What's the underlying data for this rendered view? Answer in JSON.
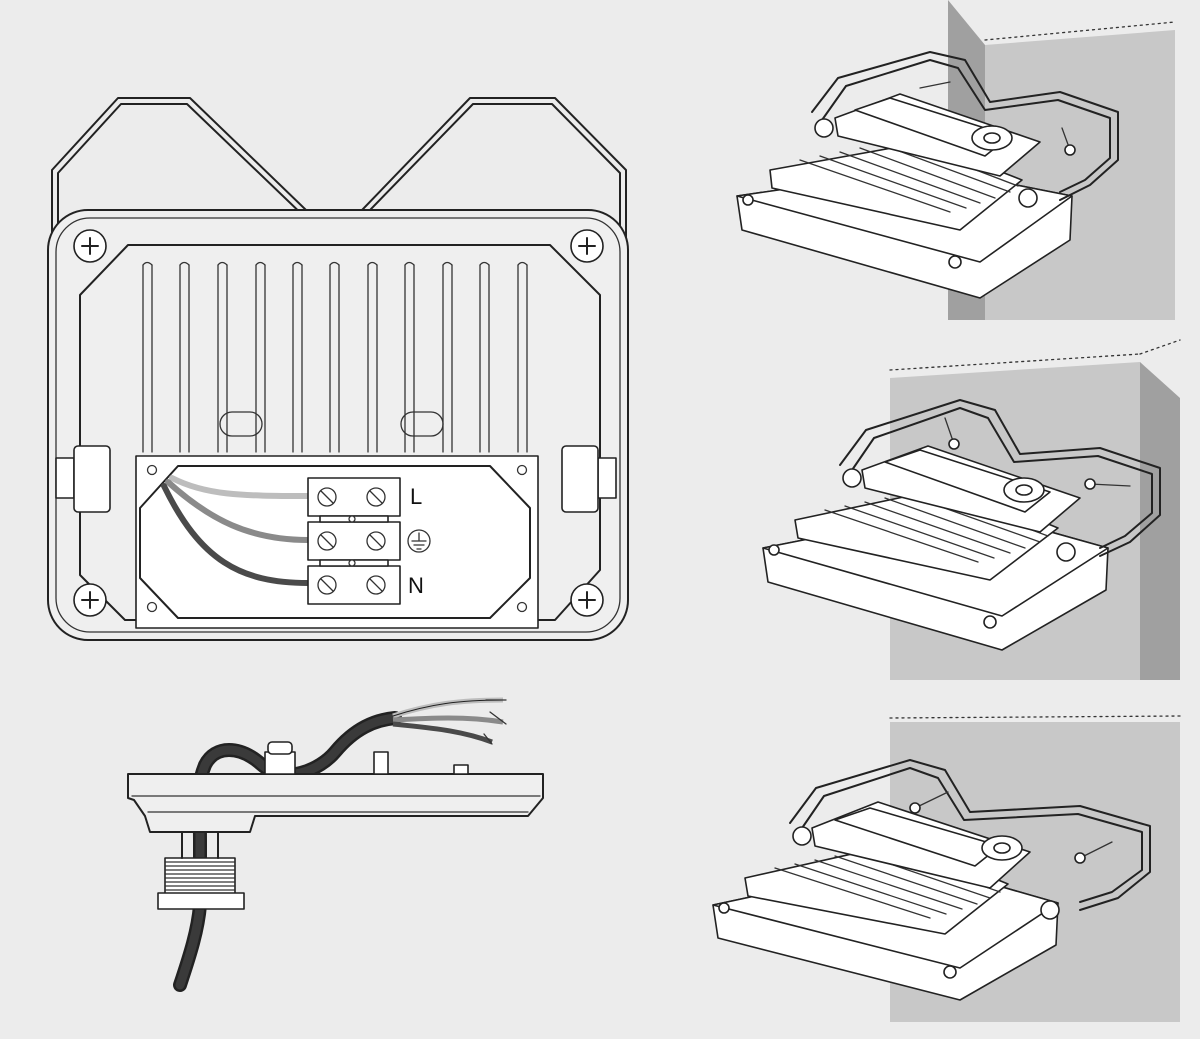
{
  "wiring": {
    "terminal_live": "L",
    "terminal_neutral": "N",
    "terminal_earth_symbol": "earth-symbol",
    "wire_colors": {
      "live": "#bdbdbd",
      "earth": "#8a8a8a",
      "neutral": "#4a4a4a"
    }
  },
  "colors": {
    "background": "#ececec",
    "wall_face": "#c8c8c8",
    "wall_side": "#a0a0a0",
    "line": "#222222"
  }
}
